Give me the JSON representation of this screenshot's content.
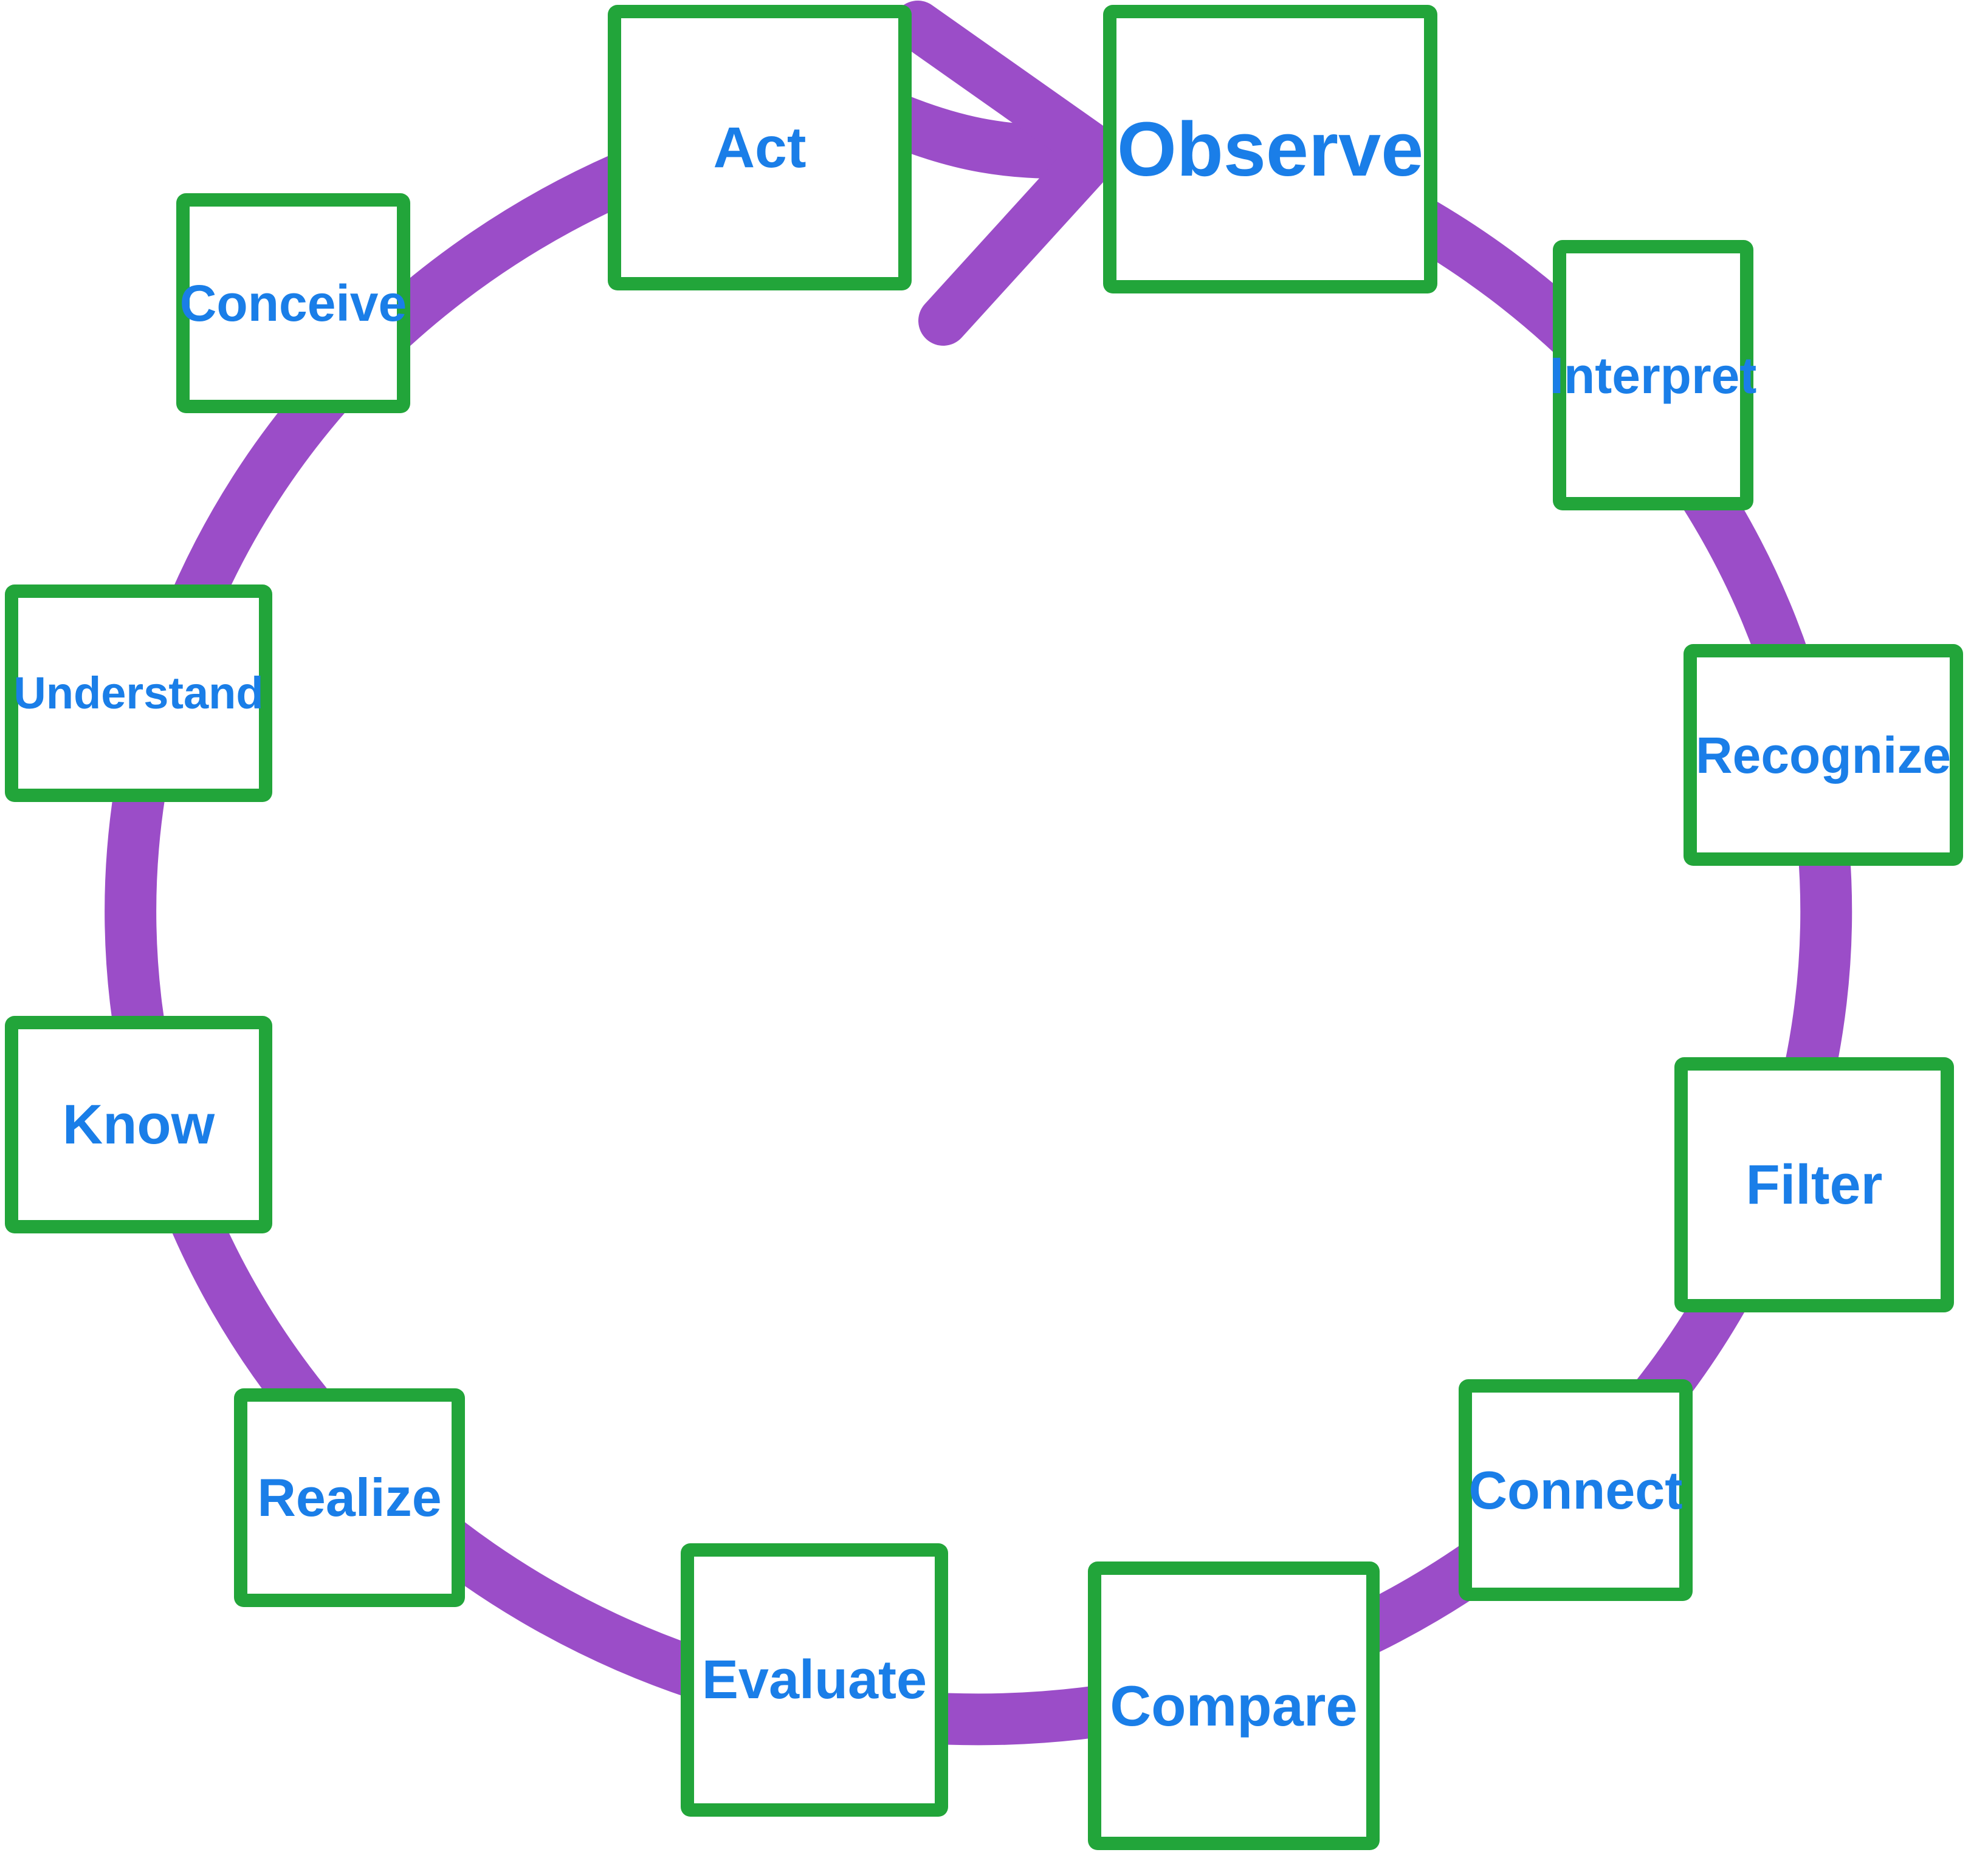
{
  "diagram": {
    "type": "cycle",
    "description": "Circular perception-action loop of twelve stages connected by a purple ring, with an arrow from Act to Observe indicating clockwise flow",
    "nodes": [
      {
        "id": "act",
        "label": "Act"
      },
      {
        "id": "observe",
        "label": "Observe"
      },
      {
        "id": "interpret",
        "label": "Interpret"
      },
      {
        "id": "recognize",
        "label": "Recognize"
      },
      {
        "id": "filter",
        "label": "Filter"
      },
      {
        "id": "connect",
        "label": "Connect"
      },
      {
        "id": "compare",
        "label": "Compare"
      },
      {
        "id": "evaluate",
        "label": "Evaluate"
      },
      {
        "id": "realize",
        "label": "Realize"
      },
      {
        "id": "know",
        "label": "Know"
      },
      {
        "id": "understand",
        "label": "Understand"
      },
      {
        "id": "conceive",
        "label": "Conceive"
      }
    ],
    "flow_arrow": {
      "from": "Act",
      "to": "Observe",
      "direction": "clockwise"
    },
    "colors": {
      "box_border": "#22a53a",
      "label_text": "#1a7ee8",
      "connector": "#9b4dc8",
      "background": "#ffffff"
    }
  }
}
